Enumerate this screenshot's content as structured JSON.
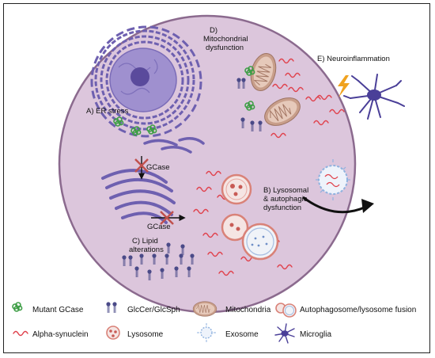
{
  "labels": {
    "er_stress": "A) ER stress",
    "lysosomal_1": "B) Lysosomal",
    "lysosomal_2": "& autophagic",
    "lysosomal_3": "dysfunction",
    "lipid_1": "C) Lipid",
    "lipid_2": "alterations",
    "mito_1": "D)",
    "mito_2": "Mitochondrial",
    "mito_3": "dysfunction",
    "neuro": "E) Neuroinflammation",
    "gcase_top": "GCase",
    "gcase_bottom": "GCase"
  },
  "legend": [
    {
      "icon": "mutant-gcase-icon",
      "label": "Mutant GCase"
    },
    {
      "icon": "glccer-icon",
      "label": "GlcCer/GlcSph"
    },
    {
      "icon": "mitochondria-icon",
      "label": "Mitochondria"
    },
    {
      "icon": "autophagosome-fusion-icon",
      "label": "Autophagosome/lysosome fusion"
    },
    {
      "icon": "alpha-synuclein-icon",
      "label": "Alpha-synuclein"
    },
    {
      "icon": "lysosome-icon",
      "label": "Lysosome"
    },
    {
      "icon": "exosome-icon",
      "label": "Exosome"
    },
    {
      "icon": "microglia-icon",
      "label": "Microglia"
    }
  ],
  "colors": {
    "cell": "#dcc6dc",
    "cell_border": "#8b6a8e",
    "er": "#6e60b0",
    "nucleus": "#9f90cf",
    "mito": "#c89e8a",
    "synuclein": "#e0424d",
    "gcase": "#3e9e46",
    "lipid": "#4a4a88",
    "microglia": "#4a3f98",
    "arrow": "#111111",
    "inhibit": "#c0504d"
  }
}
